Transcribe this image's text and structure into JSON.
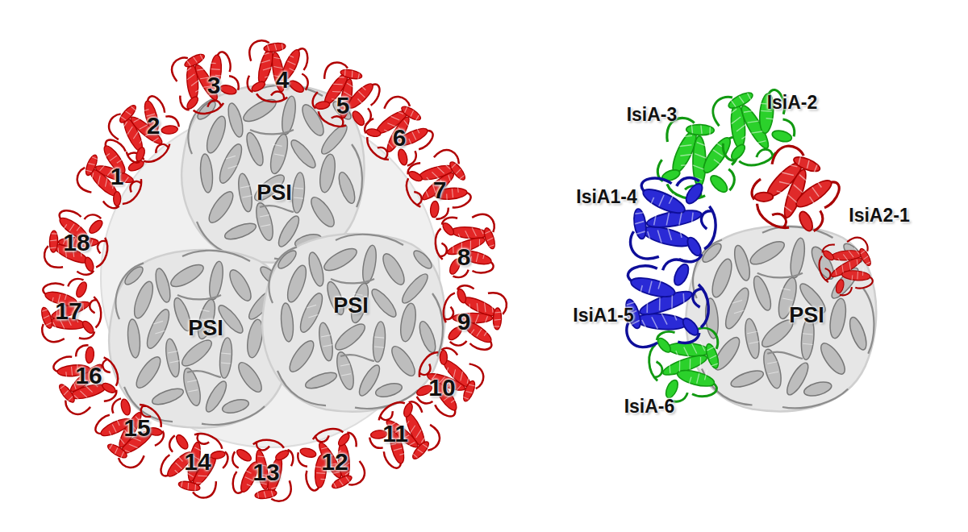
{
  "diagram": {
    "labels": [
      "1",
      "2",
      "3",
      "4",
      "5",
      "6",
      "7",
      "8",
      "9",
      "10",
      "11",
      "12",
      "13",
      "14",
      "15",
      "16",
      "17",
      "18",
      "PSI",
      "PSI",
      "PSI",
      "IsiA-3",
      "IsiA-2",
      "IsiA1-4",
      "IsiA2-1",
      "IsiA1-5",
      "PSI",
      "IsiA-6"
    ]
  }
}
